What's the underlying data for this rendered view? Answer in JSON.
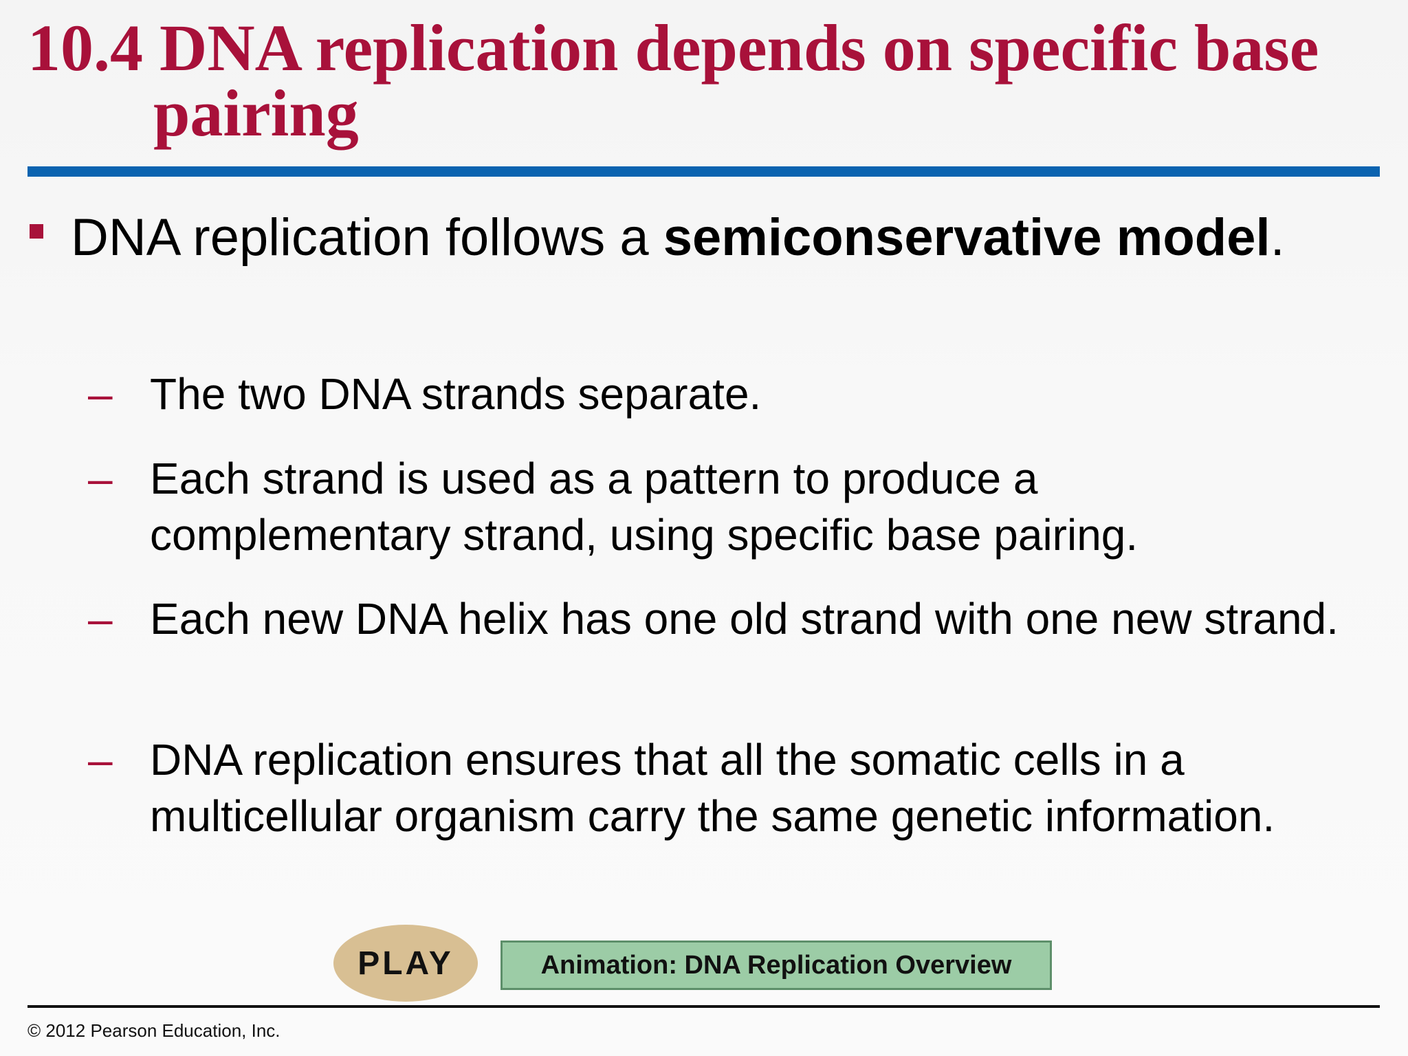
{
  "slide": {
    "title": "10.4 DNA replication depends on specific base pairing",
    "main_bullet": {
      "prefix": "DNA replication follows a ",
      "bold": "semiconservative model",
      "suffix": "."
    },
    "sub_bullets": [
      "The two DNA strands separate.",
      "Each strand is used as a pattern to produce a complementary strand, using specific base pairing.",
      "Each new DNA helix has one old strand with one new strand.",
      "DNA replication ensures that all the somatic cells in a multicellular organism carry the same genetic information."
    ],
    "dash_symbol": "–",
    "play_label": "PLAY",
    "animation_label": "Animation: DNA Replication Overview",
    "copyright": "© 2012 Pearson Education, Inc."
  },
  "colors": {
    "title": "#a8113a",
    "title_rule": "#0a63b0",
    "bullet_marker": "#a8113a",
    "play_button": "#d8bf93",
    "animation_button": "#9ccca6"
  },
  "icons": {
    "bullet": "square-bullet-icon"
  }
}
